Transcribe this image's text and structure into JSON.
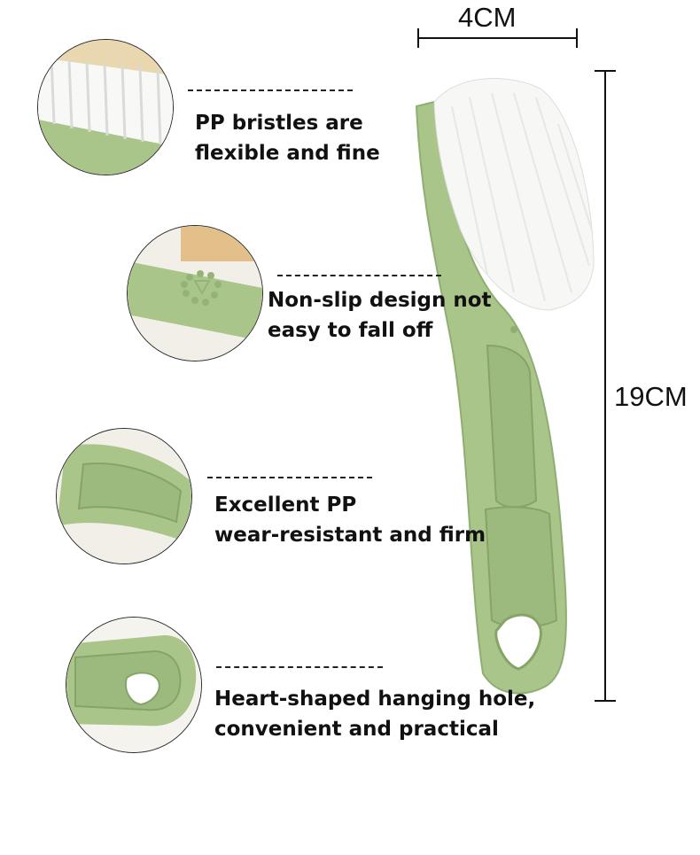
{
  "dimensions": {
    "width_label": "4CM",
    "height_label": "19CM"
  },
  "features": [
    {
      "line1": "PP bristles are",
      "line2": "flexible and fine"
    },
    {
      "line1": "Non-slip design not",
      "line2": "easy to fall off"
    },
    {
      "line1": "Excellent PP",
      "line2": "wear-resistant and firm"
    },
    {
      "line1": "Heart-shaped hanging hole,",
      "line2": "convenient and practical"
    }
  ],
  "colors": {
    "brush_green": "#a9c58a",
    "brush_green_dark": "#8fae72",
    "bristle_white": "#f7f8f6",
    "wood": "#e3c08a"
  }
}
